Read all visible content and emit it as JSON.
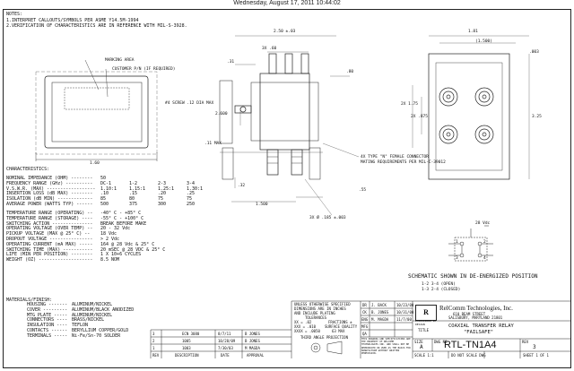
{
  "timestamp": "Wednesday, August 17, 2011 10:44:02",
  "notes": {
    "title": "NOTES:",
    "items": [
      "1.INTERPRET CALLOUTS/SYMBOLS PER ASME Y14.5M-1994",
      "2.VERIFICATION OF CHARACTERISTICS ARE IN REFERENCE WITH MIL-S-3928."
    ]
  },
  "callouts": {
    "marking_area": "MARKING AREA",
    "customer_pn": "CUSTOMER P/N (IF REQUIRED)",
    "screw": "#4 SCREW .12 DIA MAX",
    "connector_1": "4X TYPE \"N\" FEMALE CONNECTOR",
    "connector_2": "MATING REQUIREMENTS PER MIL-C-39012",
    "hole": "3X Ø .185 ±.003"
  },
  "dims": {
    "d_250": "2.50 ±.03",
    "d_3x60": "3X .60",
    "d_31": ".31",
    "d_80": ".80",
    "d_2600": "2.600",
    "d_11max": ".11 MAX",
    "d_160": "1.60",
    "d_32": ".32",
    "d_1500": "1.500",
    "d_55": ".55",
    "d_181": "1.81",
    "d_1500b": "(1.500)",
    "d_003": ".003",
    "d_2x175": "2X 1.75",
    "d_2x875": "2X .875",
    "d_325": "3.25"
  },
  "characteristics": {
    "title": "CHARACTERISTICS:",
    "rows": [
      {
        "label": "NOMINAL IMPEDANCE (OHM) --------",
        "vals": [
          "50"
        ]
      },
      {
        "label": "FREQUENCY RANGE (GHz) ----------",
        "vals": [
          "DC-1",
          "1-2",
          "2-3",
          "3-4"
        ]
      },
      {
        "label": "V.S.W.R. (MAX) ------------------",
        "vals": [
          "1.10:1",
          "1.15:1",
          "1.25:1",
          "1.30:1"
        ]
      },
      {
        "label": "INSERTION LOSS (dB MAX) --------",
        "vals": [
          ".10",
          ".15",
          ".20",
          ".25"
        ]
      },
      {
        "label": "ISOLATION (dB MIN) -------------",
        "vals": [
          "85",
          "80",
          "75",
          "75"
        ]
      },
      {
        "label": "AVERAGE POWER (WATTS TYP) ------",
        "vals": [
          "500",
          "375",
          "300",
          "250"
        ]
      }
    ],
    "specs": [
      {
        "label": "TEMPERATURE RANGE (OPERATING) --",
        "value": "-40° C - +85° C"
      },
      {
        "label": "TEMPERATURE RANGE (STORAGE) ----",
        "value": "-55° C - +100° C"
      },
      {
        "label": "SWITCHING ACTION ---------------",
        "value": "BREAK BEFORE MAKE"
      },
      {
        "label": "OPERATING VOLTAGE (OVER TEMP) --",
        "value": "20 - 32 Vdc"
      },
      {
        "label": "PICKUP VOLTAGE (MAX @ 25° C) --",
        "value": "18 Vdc"
      },
      {
        "label": "DROPOUT VOLTAGE ----------------",
        "value": "> 2 Vdc"
      },
      {
        "label": "OPERATING CURRENT (mA MAX) -----",
        "value": "164 @ 28 Vdc & 25° C"
      },
      {
        "label": "SWITCHING TIME (MAX) -----------",
        "value": "20 mSEC @ 28 VDC & 25° C"
      },
      {
        "label": "LIFE (MIN PER POSITION) --------",
        "value": "1 X 10+6 CYCLES"
      },
      {
        "label": "WEIGHT (OZ) --------------------",
        "value": "8.5 NOM"
      }
    ]
  },
  "materials": {
    "title": "MATERIALS/FINISH:",
    "rows": [
      {
        "label": "HOUSING -------",
        "value": "ALUMINUM/NICKEL"
      },
      {
        "label": "COVER ---------",
        "value": "ALUMINUM/BLACK ANODIZED"
      },
      {
        "label": "MTG PLATE -----",
        "value": "ALUMINUM/NICKEL"
      },
      {
        "label": "CONNECTORS ----",
        "value": "BRASS/NICKEL"
      },
      {
        "label": "INSULATION ----",
        "value": "TEFLON"
      },
      {
        "label": "CONTACTS ------",
        "value": "BERYLLIUM COPPER/GOLD"
      },
      {
        "label": "TERMINALS -----",
        "value": "Ni-Fe/Sn-70 SOLDER"
      }
    ]
  },
  "schematic": {
    "vdc": "28 Vdc",
    "title": "SCHEMATIC SHOWN IN DE-ENERGIZED POSITION",
    "line1": "1-2  3-4 (OPEN)",
    "line2": "1-3  2-4 (CLOSED)",
    "pins": [
      "1",
      "2",
      "3",
      "4"
    ]
  },
  "revisions": [
    {
      "rev": "3",
      "desc": "ECN 3080",
      "date": "8/7/11",
      "app": "B JONES"
    },
    {
      "rev": "2",
      "desc": "1005",
      "date": "10/28/09",
      "app": "B JONES"
    },
    {
      "rev": "1",
      "desc": "1003",
      "date": "7/30/03",
      "app": "M MAGDA"
    }
  ],
  "rev_headers": [
    "REV",
    "DESCRIPTION",
    "DATE",
    "APPROVAL"
  ],
  "tolerance": {
    "lines": [
      "UNLESS OTHERWISE SPECIFIED",
      "DIMENSIONS ARE IN INCHES",
      "AND INCLUDE PLATING",
      "TOLERANCES",
      "XX = .02",
      "FRACTIONS ±",
      "XXX = .010",
      "SURFACE QUALITY",
      "XXXX = .0050",
      "63 MAX"
    ],
    "angle": "THIRD ANGLE PROJECTION"
  },
  "signoff": [
    {
      "role": "DR",
      "name": "J. BACK",
      "date": "10/23/00"
    },
    {
      "role": "CK",
      "name": "B. JONES",
      "date": "10/31/00"
    },
    {
      "role": "ENG",
      "name": "M. MAGDA",
      "date": "11/7/00"
    },
    {
      "role": "MFG",
      "name": "",
      "date": ""
    },
    {
      "role": "QA",
      "name": "",
      "date": ""
    }
  ],
  "proprietary": "THIS DRAWING AND SPECIFICATIONS ARE THE PROPERTY OF RELCOMM TECHNOLOGIES INC. AND SHALL NOT BE REPRODUCED OR USED AS THE BASIS FOR MANUFACTURE WITHOUT WRITTEN PERMISSION.",
  "company": {
    "name": "RelComm Technologies, Inc.",
    "addr1": "610 BEAM STREET",
    "addr2": "SALISBURY, MARYLAND 21801",
    "excellence": "EXCELLENCE BY DESIGN"
  },
  "title_block": {
    "title_label": "TITLE",
    "title_1": "COAXIAL TRANSFER RELAY",
    "title_2": "\"FAILSAFE\"",
    "size_label": "SIZE",
    "size": "A",
    "dwg_label": "DWG NO",
    "dwg_no": "RTL-TN1A4",
    "rev_label": "REV",
    "rev": "3",
    "scale": "SCALE 1:1",
    "do_not_scale": "DO NOT SCALE DWG",
    "sheet": "SHEET 1 OF 1"
  }
}
